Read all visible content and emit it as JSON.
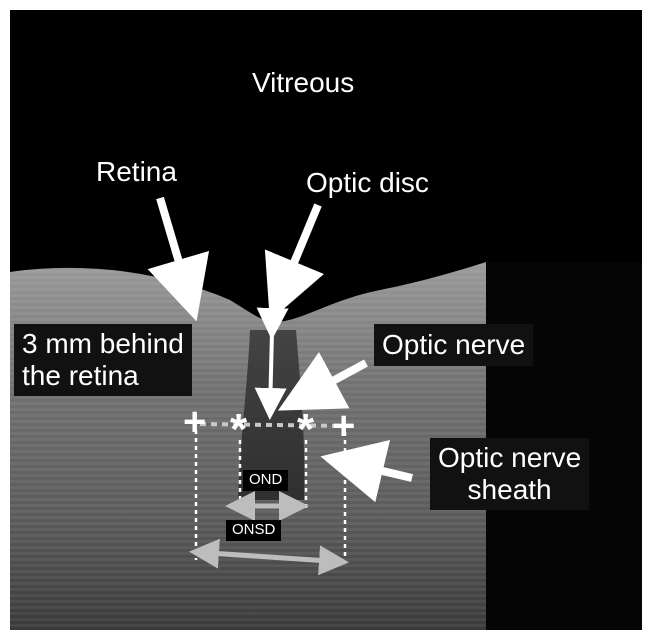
{
  "labels": {
    "vitreous": "Vitreous",
    "retina": "Retina",
    "optic_disc": "Optic disc",
    "behind_line1": "3 mm behind",
    "behind_line2": "the retina",
    "optic_nerve": "Optic nerve",
    "sheath_line1": "Optic nerve",
    "sheath_line2": "sheath",
    "ond": "OND",
    "onsd": "ONSD"
  },
  "markers": {
    "cross": "+",
    "star": "*"
  },
  "colors": {
    "background": "#000000",
    "tissue": "#8a8a8a",
    "annotation": "#ffffff",
    "measurement_arrow": "#bdbdbd"
  }
}
